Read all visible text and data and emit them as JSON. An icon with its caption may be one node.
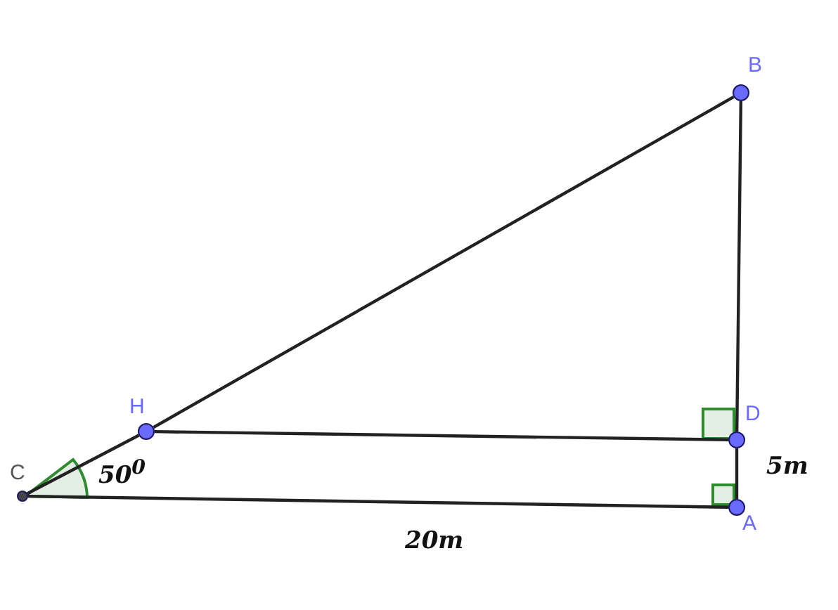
{
  "diagram": {
    "nodes": [
      {
        "text": [
          "B"
        ]
      },
      {
        "text": [
          "H"
        ]
      },
      {
        "text": [
          "D"
        ]
      },
      {
        "text": [
          "C"
        ]
      },
      {
        "text": [
          "A"
        ]
      }
    ],
    "edges": [
      {
        "from": 1,
        "to": 0,
        "arrow": "none"
      },
      {
        "from": 0,
        "to": 2,
        "arrow": "none"
      },
      {
        "from": 1,
        "to": 2,
        "arrow": "none"
      },
      {
        "from": 3,
        "to": 1,
        "arrow": "none"
      },
      {
        "from": 2,
        "to": 4,
        "arrow": "none"
      },
      {
        "from": 3,
        "to": 4,
        "arrow": "none"
      }
    ],
    "labels": [
      "50$^{0}$",
      "5m",
      "20m"
    ]
  }
}
